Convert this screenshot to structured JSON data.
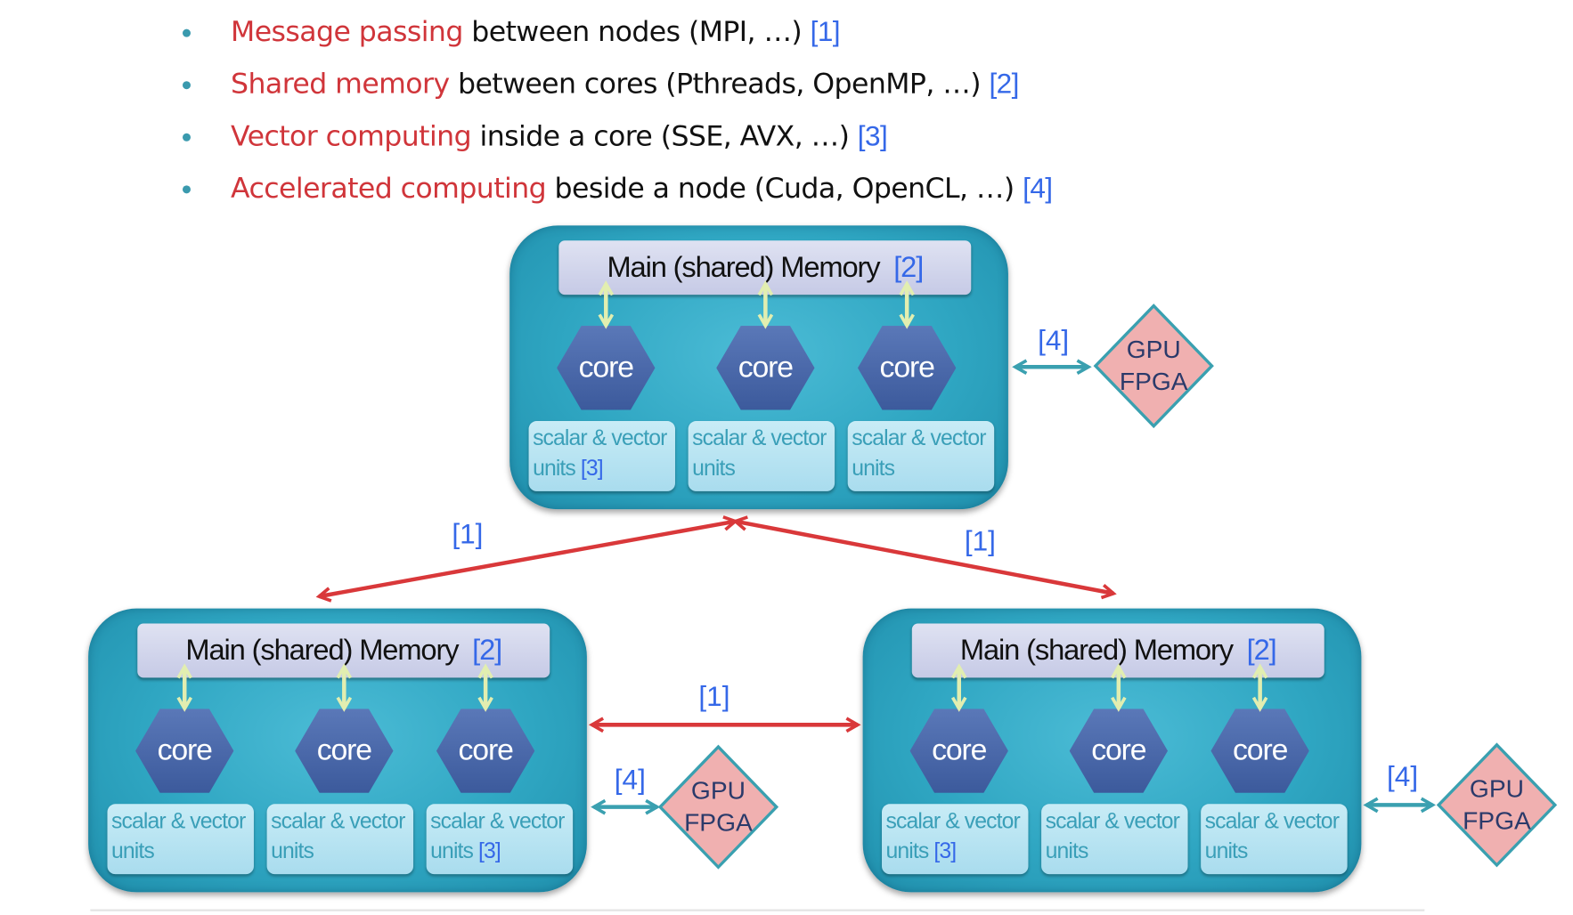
{
  "bullets": [
    {
      "highlight": "Message passing",
      "text": " between nodes (MPI, …) ",
      "ref": "[1]"
    },
    {
      "highlight": "Shared memory",
      "text": " between cores (Pthreads, OpenMP, …) ",
      "ref": "[2]"
    },
    {
      "highlight": "Vector computing",
      "text": " inside a core (SSE, AVX, …) ",
      "ref": "[3]"
    },
    {
      "highlight": "Accelerated computing",
      "text": " beside a node (Cuda, OpenCL, …) ",
      "ref": "[4]"
    }
  ],
  "colors": {
    "highlight": "#d0353a",
    "ref": "#3568e8",
    "node": "#2fa6c2",
    "core": "#4a68aa",
    "accelerator": "#f0b0b0",
    "message_arrow": "#d9383a",
    "memory_arrow": "#e2eeb0",
    "accel_arrow": "#3aa0b0"
  },
  "nodes": [
    {
      "memory": "Main (shared) Memory",
      "memory_ref": "[2]",
      "cores": [
        "core",
        "core",
        "core"
      ],
      "units": [
        {
          "line1": "scalar & vector",
          "line2": "units",
          "ref": "[3]"
        },
        {
          "line1": "scalar & vector",
          "line2": "units",
          "ref": ""
        },
        {
          "line1": "scalar & vector",
          "line2": "units",
          "ref": ""
        }
      ],
      "accel_ref": "[4]",
      "accelerator": [
        "GPU",
        "FPGA"
      ]
    },
    {
      "memory": "Main (shared) Memory",
      "memory_ref": "[2]",
      "cores": [
        "core",
        "core",
        "core"
      ],
      "units": [
        {
          "line1": "scalar & vector",
          "line2": "units",
          "ref": ""
        },
        {
          "line1": "scalar & vector",
          "line2": "units",
          "ref": ""
        },
        {
          "line1": "scalar & vector",
          "line2": "units",
          "ref": "[3]"
        }
      ],
      "accel_ref": "[4]",
      "accelerator": [
        "GPU",
        "FPGA"
      ]
    },
    {
      "memory": "Main (shared) Memory",
      "memory_ref": "[2]",
      "cores": [
        "core",
        "core",
        "core"
      ],
      "units": [
        {
          "line1": "scalar & vector",
          "line2": "units",
          "ref": "[3]"
        },
        {
          "line1": "scalar & vector",
          "line2": "units",
          "ref": ""
        },
        {
          "line1": "scalar & vector",
          "line2": "units",
          "ref": ""
        }
      ],
      "accel_ref": "[4]",
      "accelerator": [
        "GPU",
        "FPGA"
      ]
    }
  ],
  "links": [
    {
      "ref": "[1]"
    },
    {
      "ref": "[1]"
    },
    {
      "ref": "[1]"
    }
  ]
}
